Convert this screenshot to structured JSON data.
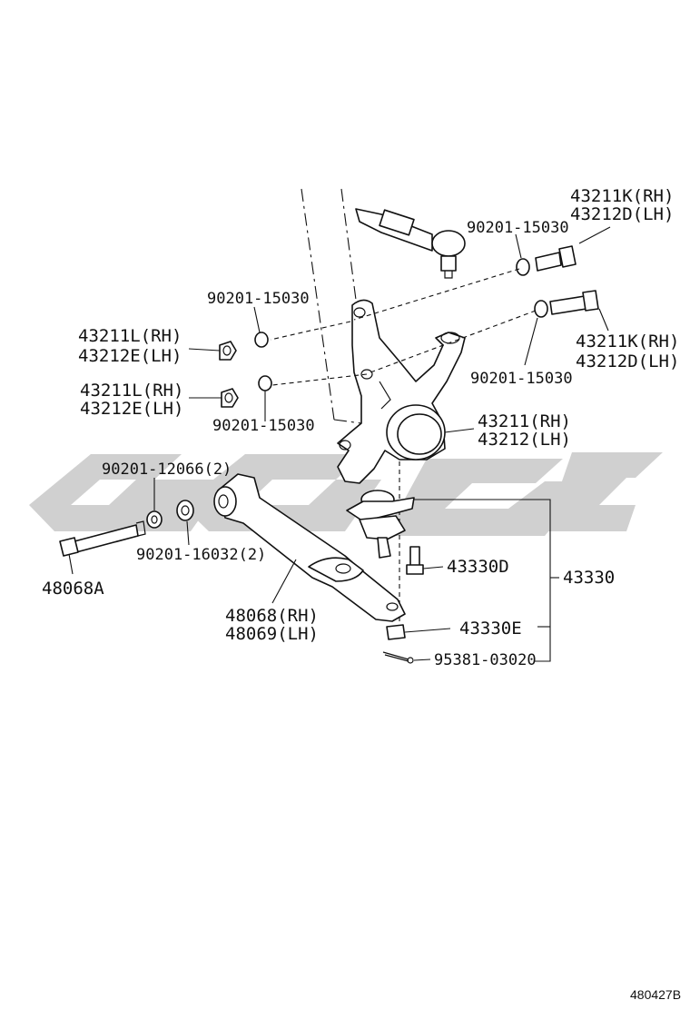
{
  "labels": {
    "tie_rod_bolt_rh": "43211K(RH)",
    "tie_rod_bolt_lh": "43212D(LH)",
    "washer_top_right": "90201-15030",
    "washer_top_left": "90201-15030",
    "nut_upper_rh": "43211L(RH)",
    "nut_upper_lh": "43212E(LH)",
    "lower_bolt_rh": "43211K(RH)",
    "lower_bolt_lh": "43212D(LH)",
    "nut_lower_rh": "43211L(RH)",
    "nut_lower_lh": "43212E(LH)",
    "washer_mid_right": "90201-15030",
    "washer_mid_left": "90201-15030",
    "knuckle_rh": "43211(RH)",
    "knuckle_lh": "43212(LH)",
    "washer_arm_a": "90201-12066(2)",
    "washer_arm_b": "90201-16032(2)",
    "arm_bolt": "48068A",
    "ball_joint_bolt": "43330D",
    "ball_joint_assy": "43330",
    "lower_arm_rh": "48068(RH)",
    "lower_arm_lh": "48069(LH)",
    "ball_joint_nut": "43330E",
    "cotter_pin": "95381-03020"
  },
  "figure_code": "480427B",
  "watermark_color": "#d0d0d0"
}
